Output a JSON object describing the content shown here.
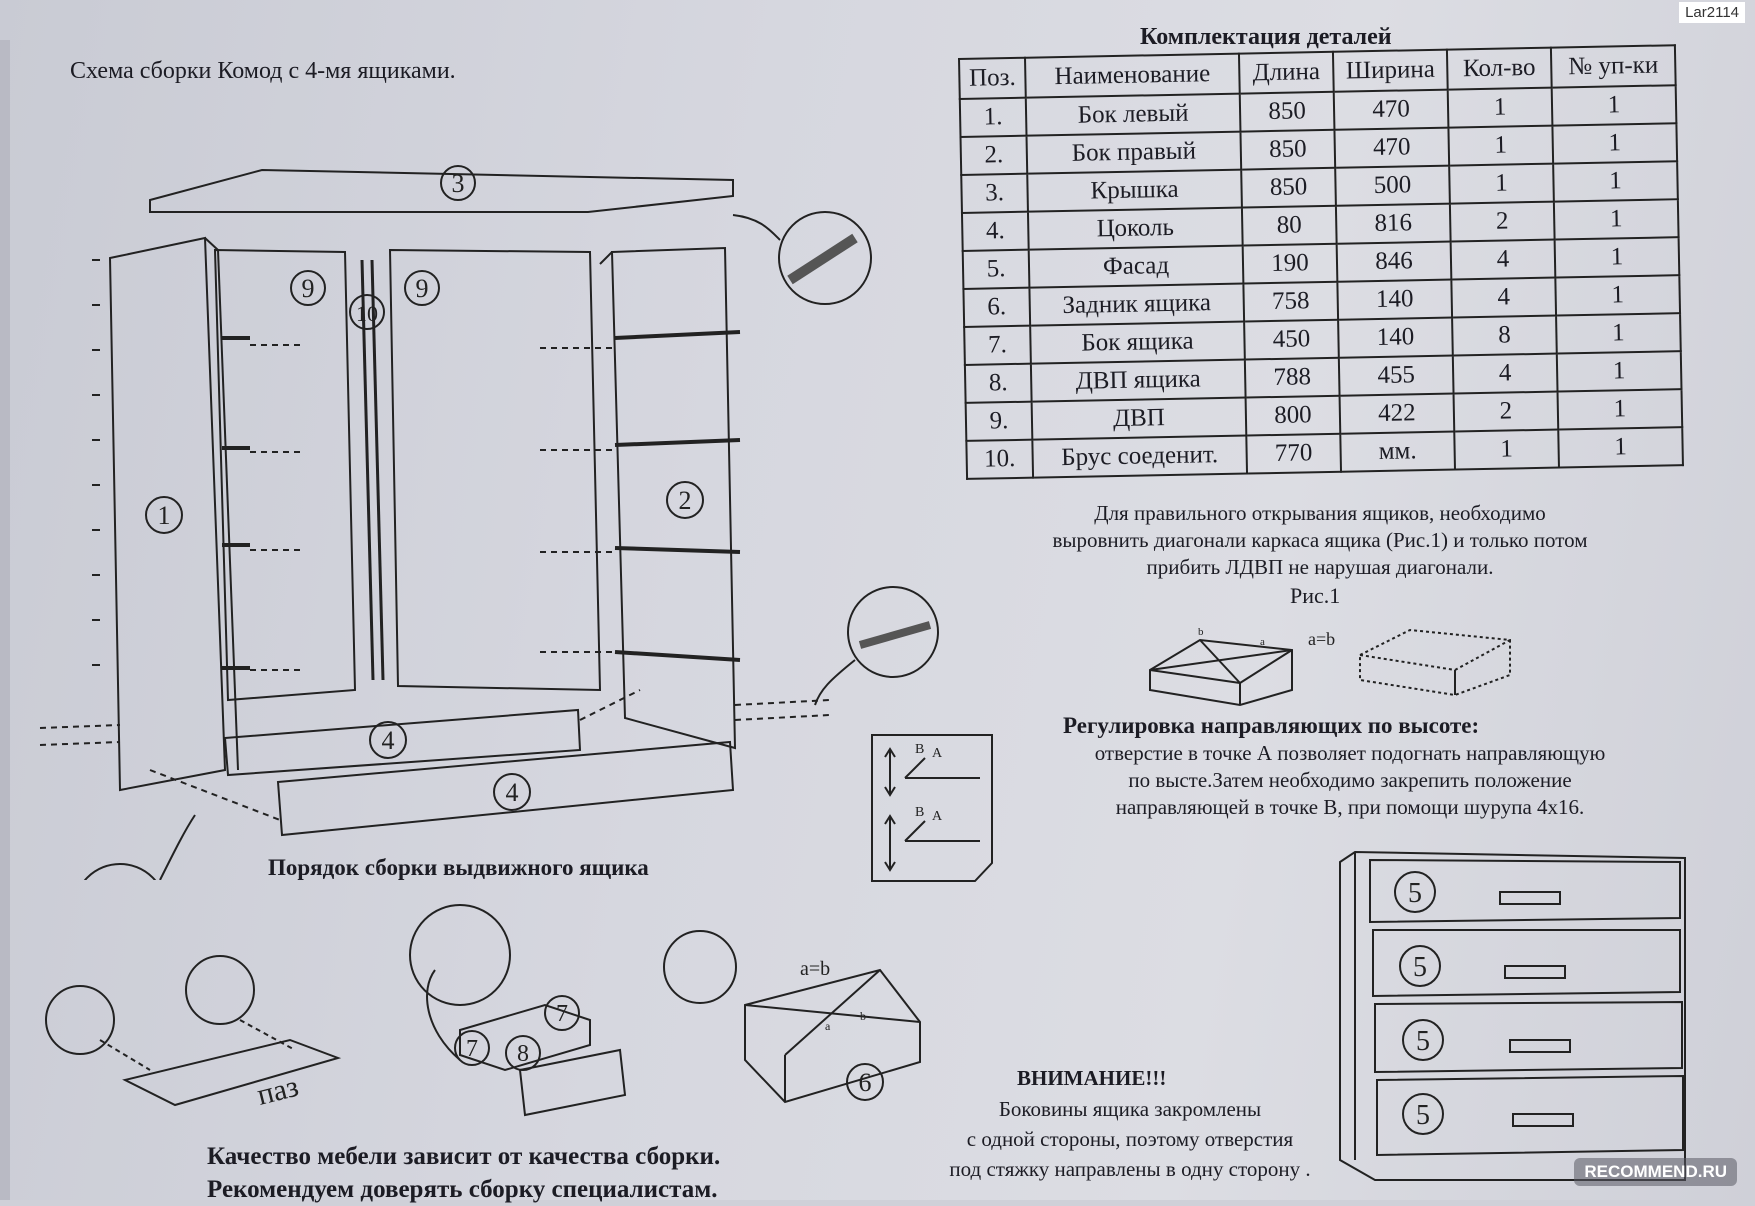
{
  "watermark": "Lar2114",
  "title": "Схема сборки Комод с 4-мя ящиками.",
  "table": {
    "title": "Комплектация деталей",
    "headers": [
      "Поз.",
      "Наименование",
      "Длина",
      "Ширина",
      "Кол-во",
      "№ уп-ки"
    ],
    "rows": [
      [
        "1.",
        "Бок левый",
        "850",
        "470",
        "1",
        "1"
      ],
      [
        "2.",
        "Бок правый",
        "850",
        "470",
        "1",
        "1"
      ],
      [
        "3.",
        "Крышка",
        "850",
        "500",
        "1",
        "1"
      ],
      [
        "4.",
        "Цоколь",
        "80",
        "816",
        "2",
        "1"
      ],
      [
        "5.",
        "Фасад",
        "190",
        "846",
        "4",
        "1"
      ],
      [
        "6.",
        "Задник ящика",
        "758",
        "140",
        "4",
        "1"
      ],
      [
        "7.",
        "Бок ящика",
        "450",
        "140",
        "8",
        "1"
      ],
      [
        "8.",
        "ДВП ящика",
        "788",
        "455",
        "4",
        "1"
      ],
      [
        "9.",
        "ДВП",
        "800",
        "422",
        "2",
        "1"
      ],
      [
        "10.",
        "Брус соеденит.",
        "770",
        "мм.",
        "1",
        "1"
      ]
    ]
  },
  "note": {
    "line1": "Для правильного открывания  ящиков, необходимо",
    "line2": "выровнить диагонали каркаса ящика (Рис.1) и только потом",
    "line3": "прибить ЛДВП не нарушая диагонали."
  },
  "figure1": {
    "label": "Рис.1",
    "eq": "a=b",
    "a": "a",
    "b": "b"
  },
  "adjust": {
    "title": "Регулировка направляющих по высоте:",
    "line1": "отверстие в точке А позволяет подогнать направляющую",
    "line2": "по высте.Затем необходимо закрепить положение",
    "line3": "направляющей в точке В, при помощи шурупа 4х16."
  },
  "drawer_title": "Порядок сборки выдвижного ящика",
  "attention": {
    "title": "ВНИМАНИЕ!!!",
    "line1": "Боковины ящика закромлены",
    "line2": "с одной стороны, поэтому отверстия",
    "line3": "под стяжку направлены в одну сторону ."
  },
  "quality": {
    "line1": "Качество мебели зависит от качества сборки.",
    "line2": "Рекомендуем доверять сборку специалистам."
  },
  "labels": {
    "p1": "1",
    "p2": "2",
    "p3": "3",
    "p4a": "4",
    "p4b": "4",
    "p5": "5",
    "p6": "6",
    "p7": "7",
    "p8": "8",
    "p9": "9",
    "p10": "10",
    "groove": "паз",
    "eq": "a=b",
    "B": "B",
    "A": "A",
    "a": "a",
    "b": "b"
  },
  "badge": "RECOMMEND.RU"
}
